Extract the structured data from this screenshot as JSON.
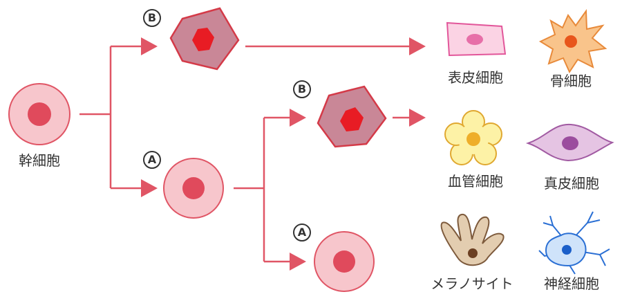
{
  "labels": {
    "stem_cell": "幹細胞",
    "epidermal_cell": "表皮細胞",
    "bone_cell": "骨細胞",
    "vascular_cell": "血管細胞",
    "dermal_cell": "真皮細胞",
    "melanocyte": "メラノサイト",
    "nerve_cell": "神経細胞"
  },
  "markers": {
    "b_top": "B",
    "a_upper": "A",
    "b_middle": "B",
    "a_lower": "A"
  },
  "colors": {
    "arrow": "#e05565",
    "stem_fill": "#f7c6cc",
    "stem_stroke": "#e05565",
    "nucleus": "#e04a5c",
    "hex_fill": "#c98797",
    "hex_stroke": "#d43a48",
    "hex_nucleus": "#e81c24"
  }
}
